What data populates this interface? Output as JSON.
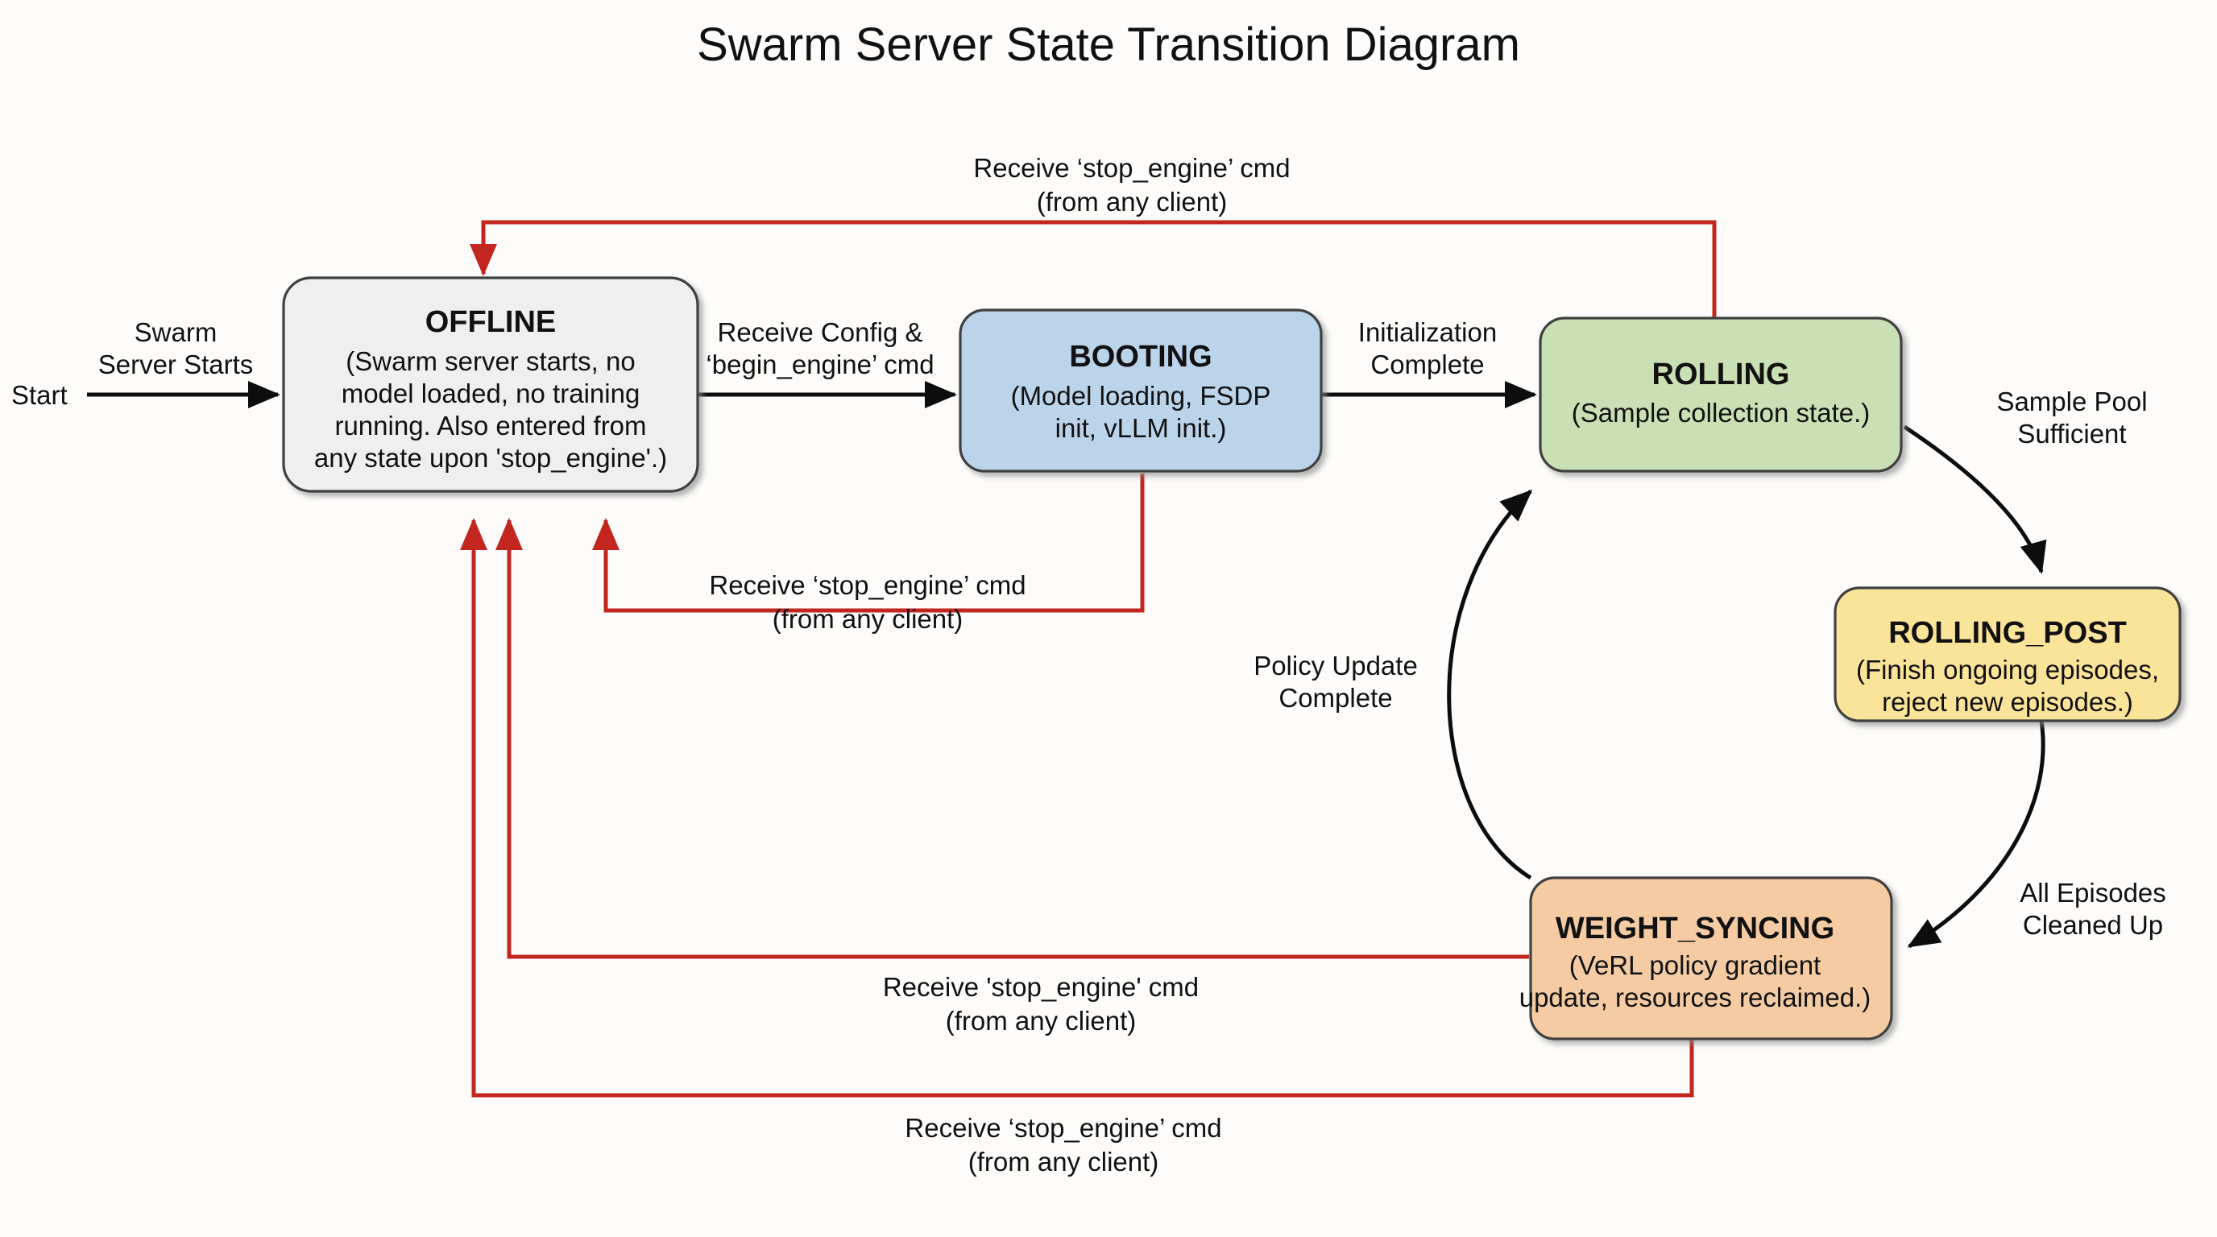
{
  "title": "Swarm Server State Transition Diagram",
  "colors": {
    "background": "#fdfcfa",
    "text": "#111111",
    "edge_black": "#0d0d0d",
    "edge_red": "#c3261f",
    "node_border": "#3f3f3f",
    "offline_fill": "#efefef",
    "booting_fill": "#bcd4ea",
    "rolling_fill": "#c9e0b4",
    "rolling_post_fill": "#fae49a",
    "weight_syncing_fill": "#f5cba4"
  },
  "start": {
    "label": "Start",
    "edge_line1": "Swarm",
    "edge_line2": "Server Starts"
  },
  "states": [
    {
      "id": "offline",
      "name": "OFFLINE",
      "desc_lines": [
        "(Swarm server starts, no",
        "model loaded, no training",
        "running. Also entered from",
        "any state upon 'stop_engine'.)"
      ],
      "fill": "#efefef"
    },
    {
      "id": "booting",
      "name": "BOOTING",
      "desc_lines": [
        "(Model loading, FSDP",
        "init, vLLM init.)"
      ],
      "fill": "#bcd4ea"
    },
    {
      "id": "rolling",
      "name": "ROLLING",
      "desc_lines": [
        "(Sample collection state.)"
      ],
      "fill": "#c9e0b4"
    },
    {
      "id": "rolling_post",
      "name": "ROLLING_POST",
      "desc_lines": [
        "(Finish ongoing episodes,",
        "reject new episodes.)"
      ],
      "fill": "#fae49a"
    },
    {
      "id": "weight_syncing",
      "name": "WEIGHT_SYNCING",
      "desc_lines": [
        "(VeRL policy gradient",
        "update, resources reclaimed.)"
      ],
      "fill": "#f5cba4"
    }
  ],
  "transitions": [
    {
      "id": "offline-to-booting",
      "from": "OFFLINE",
      "to": "BOOTING",
      "color": "black",
      "label_lines": [
        "Receive Config &",
        "‘begin_engine’ cmd"
      ]
    },
    {
      "id": "booting-to-rolling",
      "from": "BOOTING",
      "to": "ROLLING",
      "color": "black",
      "label_lines": [
        "Initialization",
        "Complete"
      ]
    },
    {
      "id": "rolling-to-rolling-post",
      "from": "ROLLING",
      "to": "ROLLING_POST",
      "color": "black",
      "label_lines": [
        "Sample Pool",
        "Sufficient"
      ]
    },
    {
      "id": "rolling-post-to-weight-syncing",
      "from": "ROLLING_POST",
      "to": "WEIGHT_SYNCING",
      "color": "black",
      "label_lines": [
        "All Episodes",
        "Cleaned Up"
      ]
    },
    {
      "id": "weight-syncing-to-rolling",
      "from": "WEIGHT_SYNCING",
      "to": "ROLLING",
      "color": "black",
      "label_lines": [
        "Policy Update",
        "Complete"
      ]
    },
    {
      "id": "rolling-to-offline-stop",
      "from": "ROLLING",
      "to": "OFFLINE",
      "color": "red",
      "label_lines": [
        "Receive ‘stop_engine’ cmd",
        "(from any client)"
      ]
    },
    {
      "id": "booting-to-offline-stop",
      "from": "BOOTING",
      "to": "OFFLINE",
      "color": "red",
      "label_lines": [
        "Receive ‘stop_engine’ cmd",
        "(from any client)"
      ]
    },
    {
      "id": "weight-syncing-to-offline-stop",
      "from": "WEIGHT_SYNCING",
      "to": "OFFLINE",
      "color": "red",
      "label_lines": [
        "Receive 'stop_engine' cmd",
        "(from any client)"
      ]
    },
    {
      "id": "weight-syncing-to-offline-stop-lower",
      "from": "WEIGHT_SYNCING",
      "to": "OFFLINE",
      "color": "red",
      "label_lines": [
        "Receive ‘stop_engine’ cmd",
        "(from any client)"
      ]
    }
  ]
}
